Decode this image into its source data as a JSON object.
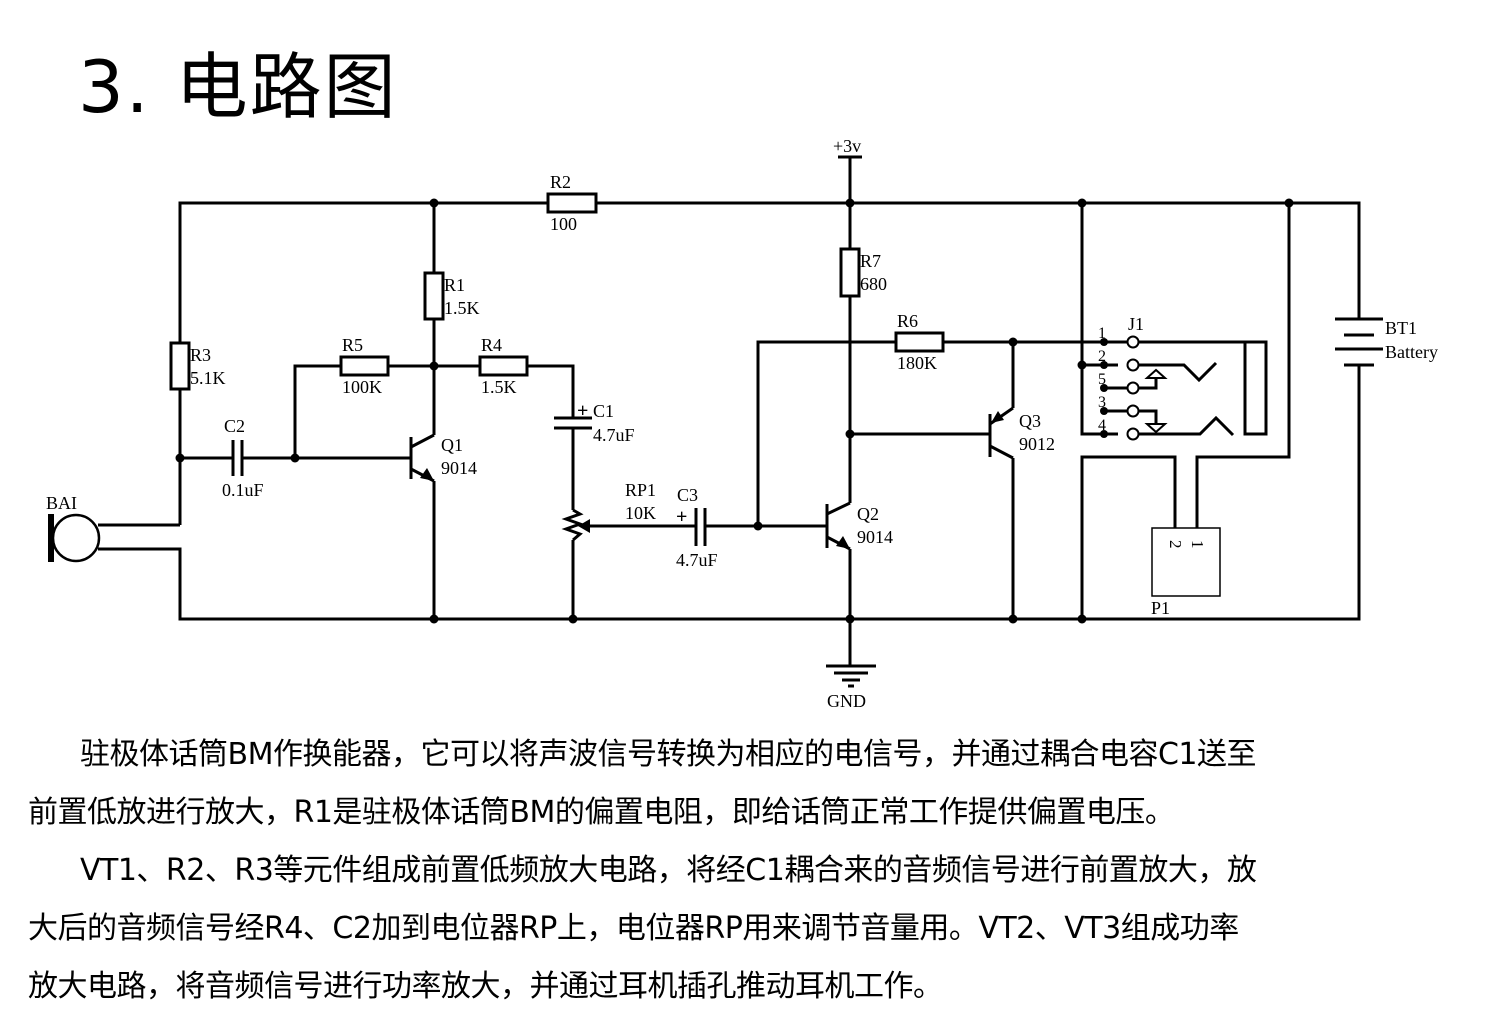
{
  "title": {
    "number": "3.",
    "text": "电路图"
  },
  "schematic": {
    "supply_label": "+3v",
    "ground_label": "GND",
    "components": {
      "R1": {
        "ref": "R1",
        "value": "1.5K"
      },
      "R2": {
        "ref": "R2",
        "value": "100"
      },
      "R3": {
        "ref": "R3",
        "value": "5.1K"
      },
      "R4": {
        "ref": "R4",
        "value": "1.5K"
      },
      "R5": {
        "ref": "R5",
        "value": "100K"
      },
      "R6": {
        "ref": "R6",
        "value": "180K"
      },
      "R7": {
        "ref": "R7",
        "value": "680"
      },
      "C1": {
        "ref": "C1",
        "value": "4.7uF",
        "polarity": "+"
      },
      "C2": {
        "ref": "C2",
        "value": "0.1uF"
      },
      "C3": {
        "ref": "C3",
        "value": "4.7uF",
        "polarity": "+"
      },
      "RP1": {
        "ref": "RP1",
        "value": "10K"
      },
      "Q1": {
        "ref": "Q1",
        "value": "9014"
      },
      "Q2": {
        "ref": "Q2",
        "value": "9014"
      },
      "Q3": {
        "ref": "Q3",
        "value": "9012"
      },
      "BA1": {
        "ref": "BAI"
      },
      "J1": {
        "ref": "J1",
        "pins": [
          "1",
          "2",
          "5",
          "3",
          "4"
        ]
      },
      "BT1": {
        "ref": "BT1",
        "value": "Battery"
      },
      "P1": {
        "ref": "P1",
        "pins": [
          "2",
          "1"
        ]
      }
    }
  },
  "paragraphs": [
    {
      "lines": [
        "驻极体话筒BM作换能器，它可以将声波信号转换为相应的电信号，并通过耦合电容C1送至",
        "前置低放进行放大，R1是驻极体话筒BM的偏置电阻，即给话筒正常工作提供偏置电压。"
      ]
    },
    {
      "lines": [
        "VT1、R2、R3等元件组成前置低频放大电路，将经C1耦合来的音频信号进行前置放大，放",
        "大后的音频信号经R4、C2加到电位器RP上，电位器RP用来调节音量用。VT2、VT3组成功率",
        "放大电路，将音频信号进行功率放大，并通过耳机插孔推动耳机工作。"
      ]
    }
  ]
}
